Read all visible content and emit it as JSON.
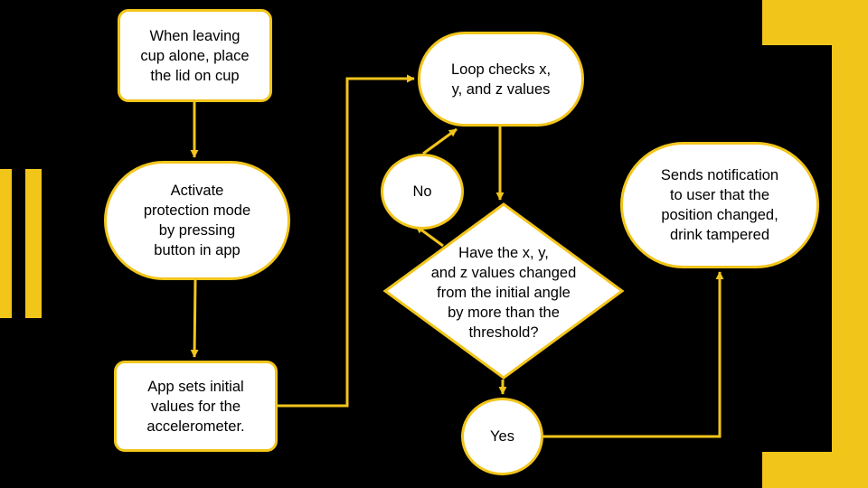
{
  "colors": {
    "accent": "#f2c51b",
    "background": "#000000",
    "node_fill": "#ffffff",
    "text": "#000000"
  },
  "nodes": {
    "start": "When leaving\ncup alone, place\nthe lid on cup",
    "protect": "Activate\nprotection mode\nby pressing\nbutton in app",
    "initial": "App sets initial\nvalues for the\naccelerometer.",
    "loop": "Loop checks x,\ny, and z values",
    "no": "No",
    "decision": "Have the x, y,\nand z values changed\nfrom the initial angle\nby more than the\nthreshold?",
    "yes": "Yes",
    "notify": "Sends notification\nto user that the\nposition changed,\ndrink tampered"
  }
}
